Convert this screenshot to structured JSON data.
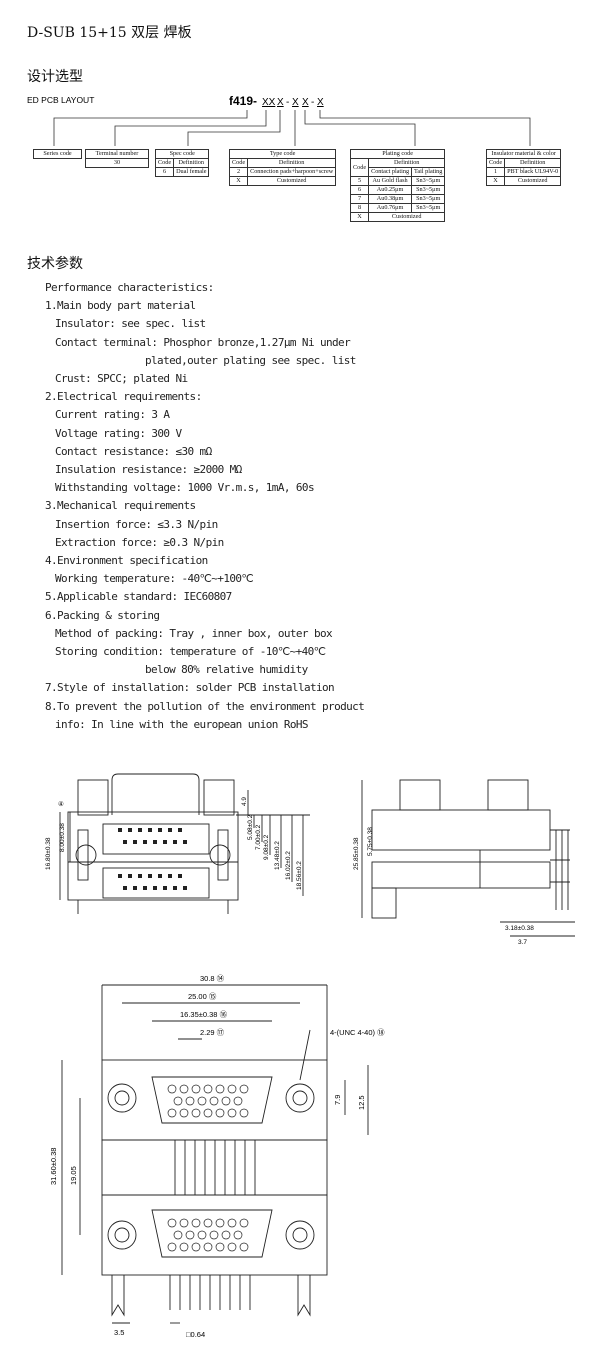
{
  "title": "D-SUB 15+15 双层 焊板",
  "section_design": "设计选型",
  "section_tech": "技术参数",
  "layout_label": "ED PCB LAYOUT",
  "part_code": {
    "prefix": "f419-",
    "seg1": "XX",
    "seg2": "X",
    "seg3": "X",
    "seg4": "X",
    "seg5": "X"
  },
  "tables": {
    "series": {
      "header": "Series code"
    },
    "terminal": {
      "header": "Terminal number",
      "value": "30"
    },
    "spec": {
      "header": "Spec code",
      "col1": "Code",
      "col2": "Definition",
      "row_code": "6",
      "row_def": "Dual female"
    },
    "type": {
      "header": "Type code",
      "col1": "Code",
      "col2": "Definition",
      "rows": [
        {
          "code": "2",
          "def": "Connection pads+harpoon+screw"
        },
        {
          "code": "X",
          "def": "Customized"
        }
      ]
    },
    "plating": {
      "header": "Plating code",
      "col_code": "Code",
      "col_def": "Definition",
      "sub1": "Contact plating",
      "sub2": "Tail plating",
      "rows": [
        {
          "code": "5",
          "contact": "Au Gold flash",
          "tail": "Sn3~5μm"
        },
        {
          "code": "6",
          "contact": "Au0.25μm",
          "tail": "Sn3~5μm"
        },
        {
          "code": "7",
          "contact": "Au0.38μm",
          "tail": "Sn3~5μm"
        },
        {
          "code": "8",
          "contact": "Au0.76μm",
          "tail": "Sn3~5μm"
        }
      ],
      "last_code": "X",
      "last_def": "Customized"
    },
    "insulator": {
      "header": "Insulator material & color",
      "col1": "Code",
      "col2": "Definition",
      "rows": [
        {
          "code": "1",
          "def": "PBT black UL94V-0"
        },
        {
          "code": "X",
          "def": "Customized"
        }
      ]
    }
  },
  "spec_lines": [
    {
      "indent": "l1",
      "text": "Performance characteristics:"
    },
    {
      "indent": "l1",
      "text": "1.Main body part material"
    },
    {
      "indent": "l2",
      "text": "Insulator: see spec. list"
    },
    {
      "indent": "l2",
      "text": "Contact terminal: Phosphor bronze,1.27μm Ni under"
    },
    {
      "indent": "l3",
      "text": "plated,outer plating see spec. list"
    },
    {
      "indent": "l2",
      "text": "Crust: SPCC; plated Ni"
    },
    {
      "indent": "l1",
      "text": "2.Electrical requirements:"
    },
    {
      "indent": "l2",
      "text": "Current rating: 3 A"
    },
    {
      "indent": "l2",
      "text": "Voltage rating: 300 V"
    },
    {
      "indent": "l2",
      "text": "Contact resistance: ≤30 mΩ"
    },
    {
      "indent": "l2",
      "text": "Insulation resistance: ≥2000 MΩ"
    },
    {
      "indent": "l2",
      "text": "Withstanding voltage: 1000 Vr.m.s, 1mA, 60s"
    },
    {
      "indent": "l1",
      "text": "3.Mechanical requirements"
    },
    {
      "indent": "l2",
      "text": "Insertion force: ≤3.3 N/pin"
    },
    {
      "indent": "l2",
      "text": "Extraction force: ≥0.3 N/pin"
    },
    {
      "indent": "l1",
      "text": "4.Environment specification"
    },
    {
      "indent": "l2",
      "text": "Working temperature: -40℃~+100℃"
    },
    {
      "indent": "l1",
      "text": "5.Applicable standard: IEC60807"
    },
    {
      "indent": "l1",
      "text": "6.Packing & storing"
    },
    {
      "indent": "l2",
      "text": "Method of packing: Tray , inner box, outer box"
    },
    {
      "indent": "l2",
      "text": "Storing condition: temperature of -10℃~+40℃"
    },
    {
      "indent": "l3",
      "text": "below 80% relative humidity"
    },
    {
      "indent": "l1",
      "text": "7.Style of installation: solder PCB installation"
    },
    {
      "indent": "l1",
      "text": "8.To prevent the pollution of the environment product"
    },
    {
      "indent": "l2",
      "text": "info: In line with the european union RoHS"
    }
  ],
  "dims_side": {
    "d1": "④",
    "d2": "16.80±0.38",
    "d3": "8.00±0.38",
    "d4": "4.9",
    "d5": "5.08±0.2",
    "d6": "7.00±0.2",
    "d7": "9.08±0.2",
    "d8": "13.48±0.2",
    "d9": "16.02±0.2",
    "d10": "18.56±0.2",
    "d11": "25.85±0.38",
    "d12": "5.75±0.38",
    "d13": "3.18±0.38",
    "d14": "3.7"
  },
  "dims_front": {
    "w1": "30.8 ⑭",
    "w2": "25.00 ⑮",
    "w3": "16.35±0.38 ⑯",
    "w4": "2.29 ⑰",
    "screw": "4-(UNC 4-40) ⑱",
    "h1": "7.9",
    "h2": "12.5",
    "h3": "31.60±0.38",
    "h4": "19.05",
    "b1": "3.5",
    "b2": "□0.64"
  }
}
